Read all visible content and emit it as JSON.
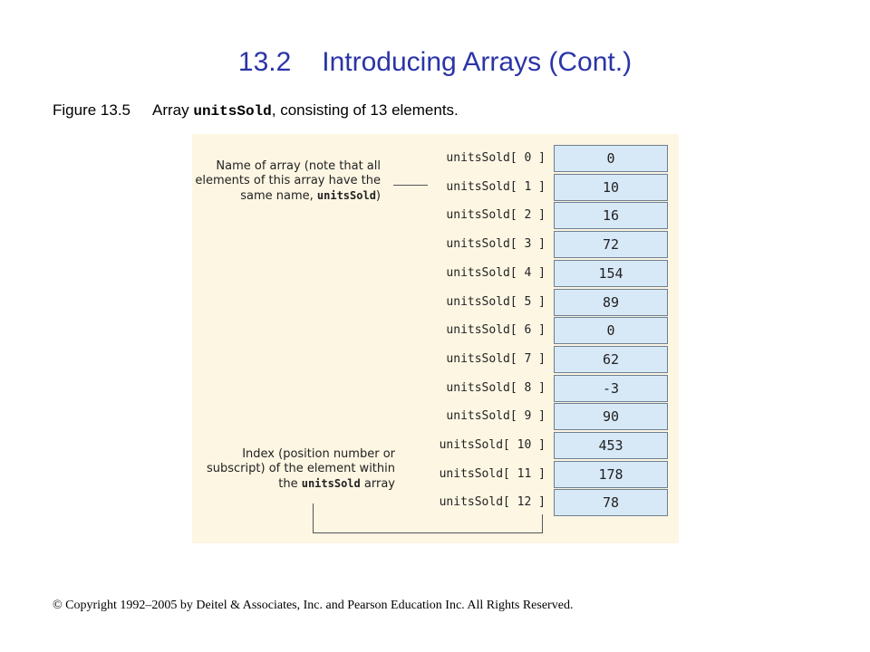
{
  "slide": {
    "title_number": "13.2",
    "title_text": "Introducing Arrays (Cont.)",
    "figure_label": "Figure 13.5",
    "caption_pre": "Array ",
    "caption_code": "unitsSold",
    "caption_post": ", consisting of 13 elements.",
    "copyright": "© Copyright 1992–2005 by Deitel & Associates, Inc. and Pearson Education Inc. All Rights Reserved."
  },
  "diagram": {
    "note_name": {
      "text": "Name of array (note that all elements of this array have the same name, ",
      "code": "unitsSold",
      "suffix": ")"
    },
    "note_index": {
      "text": "Index (position number or subscript) of the element within the ",
      "code": "unitsSold",
      "suffix": " array"
    },
    "elements": [
      {
        "label": "unitsSold[ 0 ]",
        "value": "0"
      },
      {
        "label": "unitsSold[ 1 ]",
        "value": "10"
      },
      {
        "label": "unitsSold[ 2 ]",
        "value": "16"
      },
      {
        "label": "unitsSold[ 3 ]",
        "value": "72"
      },
      {
        "label": "unitsSold[ 4 ]",
        "value": "154"
      },
      {
        "label": "unitsSold[ 5 ]",
        "value": "89"
      },
      {
        "label": "unitsSold[ 6 ]",
        "value": "0"
      },
      {
        "label": "unitsSold[ 7 ]",
        "value": "62"
      },
      {
        "label": "unitsSold[ 8 ]",
        "value": "-3"
      },
      {
        "label": "unitsSold[ 9 ]",
        "value": "90"
      },
      {
        "label": "unitsSold[ 10 ]",
        "value": "453"
      },
      {
        "label": "unitsSold[ 11 ]",
        "value": "178"
      },
      {
        "label": "unitsSold[ 12 ]",
        "value": "78"
      }
    ]
  }
}
